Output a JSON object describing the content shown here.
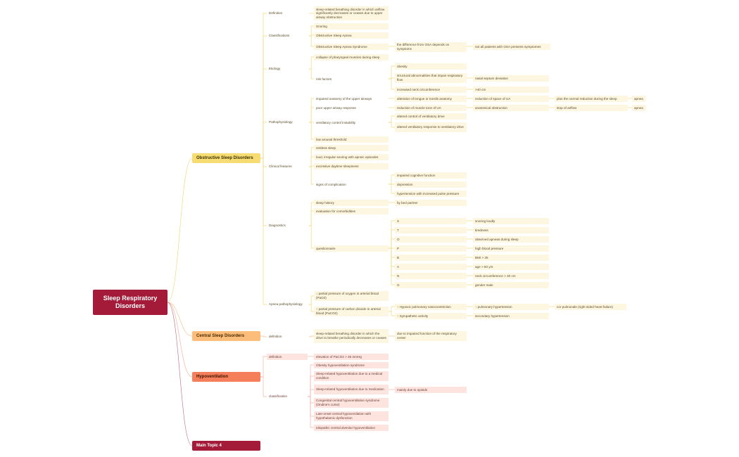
{
  "root": "Sleep Respiratory Disorders",
  "topics": {
    "osd": "Obstructive Sleep Disorders",
    "csd": "Central Sleep Disorders",
    "hypo": "Hypoventilation",
    "t4": "Main Topic 4"
  },
  "osd": {
    "definition": {
      "label": "Definition",
      "text": "sleep-related breathing disorder in which airflow significantly decreases or ceases due to upper airway obstruction"
    },
    "classifications": {
      "label": "Classifications",
      "snoring": "Snoring",
      "osa": "Obstructive Sleep Apnea",
      "osas": "Obstructive Sleep Apnea Syndrome",
      "osas_diff": "the difference from OSA depends on symptoms",
      "osas_note": "not all patients with OSA presents symptomes"
    },
    "etiology": {
      "label": "Etiology",
      "collapse": "collapse of pharyngeal muscles during sleep",
      "risk": "risk factors",
      "obesity": "obesity",
      "structural": "structural abnormalities that impair respiratory flow",
      "septum": "nasal septum deviation",
      "neck": "increased neck circumference",
      "neck_val": ">40 cm"
    },
    "patho": {
      "label": "Pathophysiology",
      "impaired": "impaired anatomy of the upper airways",
      "alteration": "alteration of tongue or tonsils anatomy",
      "reduction_space": "reduction of space of UA",
      "plus_normal": "plus the normal reduction during the sleep",
      "apnea1": "apnea",
      "poor": "poor upper airway response",
      "reduction_tone": "reduction of muscle tone of UA",
      "anat_obs": "anatomical obstruction",
      "stop": "stop of airflow",
      "apnea2": "apnea",
      "instability": "ventilatory control instability",
      "altered_control": "altered control of ventilatory drive",
      "altered_response": "altered ventilatory response to ventilatory drive",
      "low_arousal": "low arousal threshold"
    },
    "clinical": {
      "label": "Clinical features",
      "restless": "restless sleep",
      "loud": "loud, irregular snoring with apneic episodes",
      "daytime": "excessive daytime sleepiness",
      "signs": "signs of complication",
      "cognitive": "impaired cognitive function",
      "depression": "depression",
      "hypertension": "hypertension with increased pulse pressure"
    },
    "diagnostics": {
      "label": "Diagnostics",
      "history": "sleep history",
      "partner": "by bed partner",
      "comorb": "evaluation for comorbidities",
      "questionnaire": "questionnaire",
      "letters": [
        "S",
        "T",
        "O",
        "P",
        "B",
        "A",
        "N",
        "G"
      ],
      "meanings": [
        "snoring loudly",
        "tiredness",
        "observed apneas during sleep",
        "high blood pressure",
        "BMI > 35",
        "age > 50 yrs",
        "neck circumference > 40 cm",
        "gender male"
      ]
    },
    "apnea_patho": {
      "label": "Apnea pathophysiology",
      "pao2": "↓ partial pressure of oxygen in arterial blood (PaO2)",
      "paco2": "↑ partial pressure of carbon dioxide in arterial blood (PaCO2)",
      "hpv": "↑ Hypoxic pulmonary vasoconstriction",
      "pulm_htn": "↑ pulmonary hypertension",
      "cor": "cor pulmonale (right sided heart failure)",
      "symp": "↑ Sympathetic activity",
      "secondary": "secondary hypertension"
    }
  },
  "csd": {
    "label": "definition",
    "text": "sleep-related breathing disorder in which the drive to breathe periodically decreases or ceases",
    "due": "due to impaired function of the respiratory center"
  },
  "hypo": {
    "def_label": "definition",
    "def_text": "elevation of PaCO2 > 45 mmHg",
    "class_label": "classification",
    "items": [
      "Obesity hypoventilation syndrome",
      "Sleep-related hypoventilation due to a medical condition",
      "Sleep-related hypoventilation due to medication",
      "Congenital central hypoventilation syndrome (Ondine's curse)",
      "Late-onset central hypoventilation with hypothalamic dysfunction",
      "Idiopathic central alveolar hypoventilation"
    ],
    "opioids": "mainly due to opioids"
  },
  "colors": {
    "yellow_line": "#f2d97a",
    "orange_line": "#f8c08a",
    "red_line": "#f5b2a5",
    "dark_line": "#c77a86"
  }
}
